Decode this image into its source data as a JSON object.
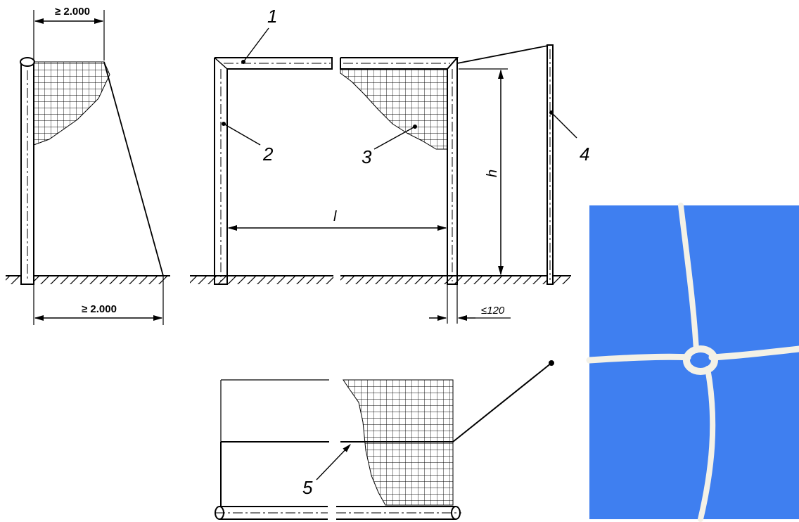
{
  "dimensions": {
    "top_min_distance": "≥ 2.000",
    "bottom_min_distance": "≥ 2.000",
    "max_post_offset": "≤120",
    "width_label": "l",
    "height_label": "h"
  },
  "callouts": [
    "1",
    "2",
    "3",
    "4",
    "5"
  ],
  "photo": {
    "background_color": "#3f7ff0",
    "cord_color": "#f4f1e6"
  }
}
